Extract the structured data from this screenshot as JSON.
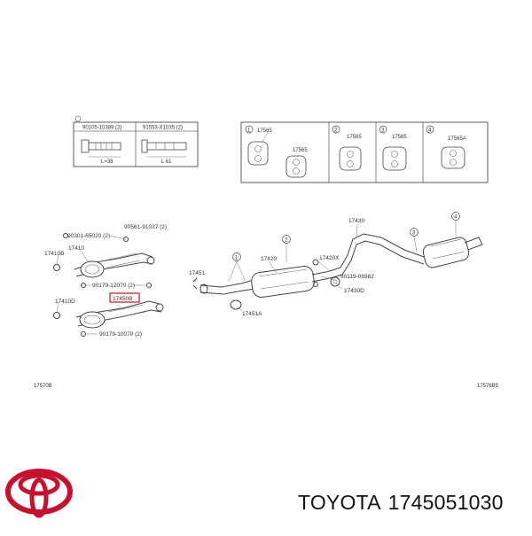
{
  "fastener_panel": {
    "bolt1_label": "90105-10389 (2)",
    "bolt1_dim": "L=38",
    "bolt2_label": "91553-X1035 (2)",
    "bolt2_dim": "L 61"
  },
  "hanger_panels": [
    {
      "marker": "1",
      "labels": [
        "17565",
        "17565"
      ]
    },
    {
      "marker": "2",
      "labels": [
        "17565"
      ]
    },
    {
      "marker": "3",
      "labels": [
        "17565"
      ]
    },
    {
      "marker": "4",
      "labels": [
        "17565A"
      ]
    }
  ],
  "callouts": {
    "gasket_front": "90301-65020 (2)",
    "nut_front": "90561-91037 (2)",
    "front_pipe": "17410",
    "gasket_left": "17410B",
    "bolt_front": "90179-12070 (2)",
    "cat_pipe_highlight": "17450B",
    "gasket_lower": "17410D",
    "bolt_lower": "90179-10070 (2)",
    "center_gasket": "17451",
    "center_pipe": "17420",
    "gasket_center": "17451A",
    "clamp": "17420X",
    "bolt_rear": "90119-08982",
    "gasket_rear": "17430D",
    "tail_pipe": "17430",
    "ref_left": "17570B",
    "ref_right": "17576B5",
    "marker_1": "1",
    "marker_2": "2",
    "marker_3": "3",
    "marker_4": "4"
  },
  "caption": {
    "brand": "TOYOTA",
    "part_number": "1745051030"
  },
  "colors": {
    "brand_red": "#c8102e",
    "highlight_box": "#d0121f"
  }
}
